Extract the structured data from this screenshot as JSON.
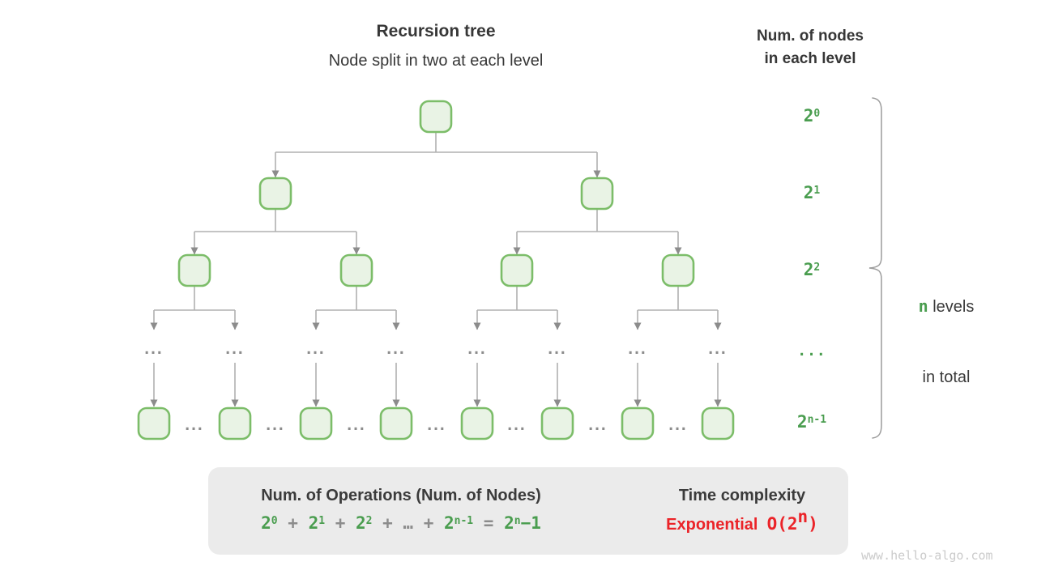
{
  "header": {
    "title": "Recursion tree",
    "subtitle": "Node split in two at each level",
    "right_title_line1": "Num. of nodes",
    "right_title_line2": "in each level"
  },
  "tree": {
    "ellipsis": "...",
    "levels_node_counts_note": "1,2,4,...,8 shown"
  },
  "level_labels": [
    {
      "tokens": [
        {
          "t": "2"
        },
        {
          "t": "0",
          "sup": true
        }
      ]
    },
    {
      "tokens": [
        {
          "t": "2"
        },
        {
          "t": "1",
          "sup": true
        }
      ]
    },
    {
      "tokens": [
        {
          "t": "2"
        },
        {
          "t": "2",
          "sup": true
        }
      ]
    },
    {
      "tokens": [
        {
          "t": "..."
        }
      ]
    },
    {
      "tokens": [
        {
          "t": "2"
        },
        {
          "t": "n-1",
          "sup": true
        }
      ]
    }
  ],
  "brace_label": {
    "line1_tokens": [
      {
        "t": "n",
        "cls": "green"
      },
      {
        "t": " levels"
      }
    ],
    "line2": "in total"
  },
  "summary_box": {
    "left_title": "Num. of Operations (Num. of Nodes)",
    "formula_tokens": [
      {
        "t": "2",
        "cls": "green"
      },
      {
        "t": "0",
        "sup": true,
        "cls": "green"
      },
      {
        "t": " + ",
        "cls": "gray"
      },
      {
        "t": "2",
        "cls": "green"
      },
      {
        "t": "1",
        "sup": true,
        "cls": "green"
      },
      {
        "t": " + ",
        "cls": "gray"
      },
      {
        "t": "2",
        "cls": "green"
      },
      {
        "t": "2",
        "sup": true,
        "cls": "green"
      },
      {
        "t": " + ",
        "cls": "gray"
      },
      {
        "t": "…",
        "cls": "gray"
      },
      {
        "t": " + ",
        "cls": "gray"
      },
      {
        "t": "2",
        "cls": "green"
      },
      {
        "t": "n-1",
        "sup": true,
        "cls": "green"
      },
      {
        "t": " = ",
        "cls": "gray"
      },
      {
        "t": "2",
        "cls": "green"
      },
      {
        "t": "n",
        "sup": true,
        "cls": "green"
      },
      {
        "t": "−1",
        "cls": "green"
      }
    ],
    "right_title": "Time complexity",
    "complexity_tokens": [
      {
        "t": "Exponential  ",
        "cls": "red sans"
      },
      {
        "t": "O(2",
        "cls": "red mono"
      },
      {
        "t": "n",
        "sup": true,
        "cls": "red mono"
      },
      {
        "t": ")",
        "cls": "red mono"
      }
    ]
  },
  "watermark": "www.hello-algo.com",
  "colors": {
    "node_fill": "#e9f3e5",
    "node_border": "#7cbd69",
    "connector_line": "#b1b1b1",
    "arrowhead": "#8c8c8c",
    "green_text": "#4a9d4f",
    "gray_text": "#8c8c8c",
    "red_text": "#eb2328",
    "box_background": "#ebebeb",
    "watermark_text": "#cbcbcb"
  }
}
